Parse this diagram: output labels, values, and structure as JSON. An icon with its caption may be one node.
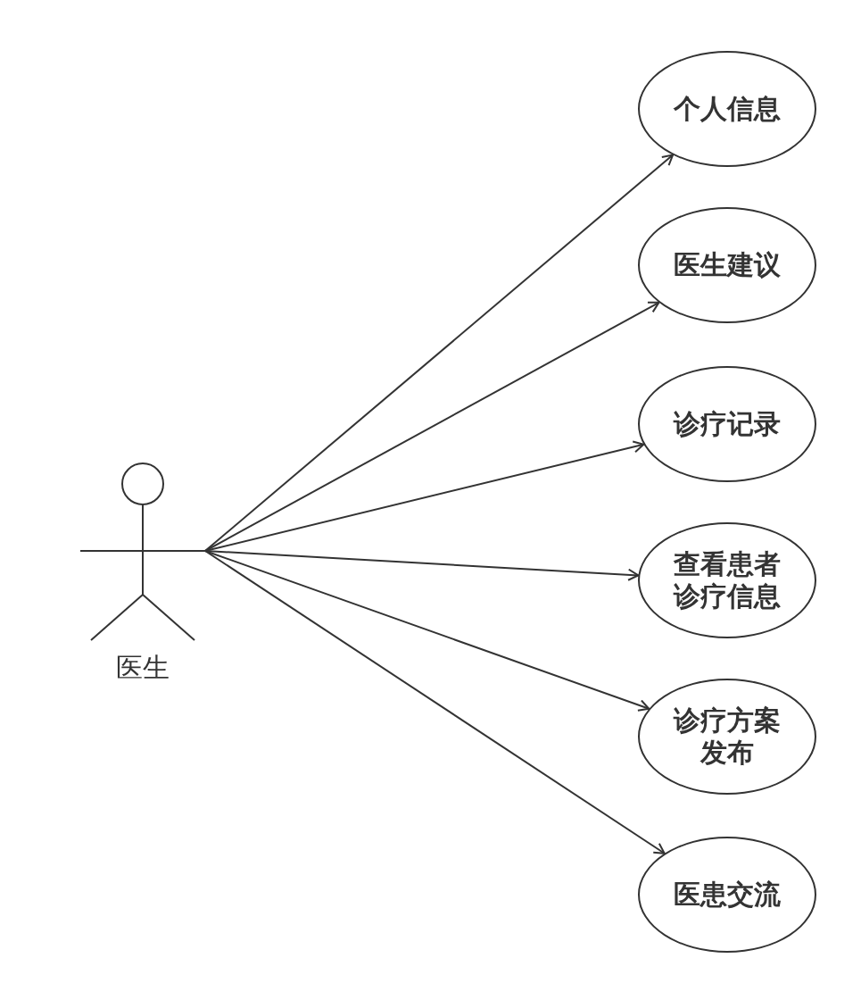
{
  "diagram": {
    "nodes": [
      {
        "text": [],
        "shape": "person",
        "beside": [
          "医生"
        ]
      },
      {
        "text": [
          "个人信息"
        ]
      },
      {
        "text": [
          "医生建议"
        ]
      },
      {
        "text": [
          "诊疗记录"
        ]
      },
      {
        "text": [
          "查看患者诊疗信息"
        ]
      },
      {
        "text": [
          "诊疗方案发布"
        ]
      },
      {
        "text": [
          "医患交流"
        ]
      }
    ],
    "edges": [
      {
        "from": 0,
        "to": 1,
        "arrow": "to"
      },
      {
        "from": 0,
        "to": 2,
        "arrow": "to"
      },
      {
        "from": 0,
        "to": 3,
        "arrow": "to"
      },
      {
        "from": 0,
        "to": 4,
        "arrow": "to"
      },
      {
        "from": 0,
        "to": 5,
        "arrow": "to"
      },
      {
        "from": 0,
        "to": 6,
        "arrow": "to"
      }
    ]
  }
}
